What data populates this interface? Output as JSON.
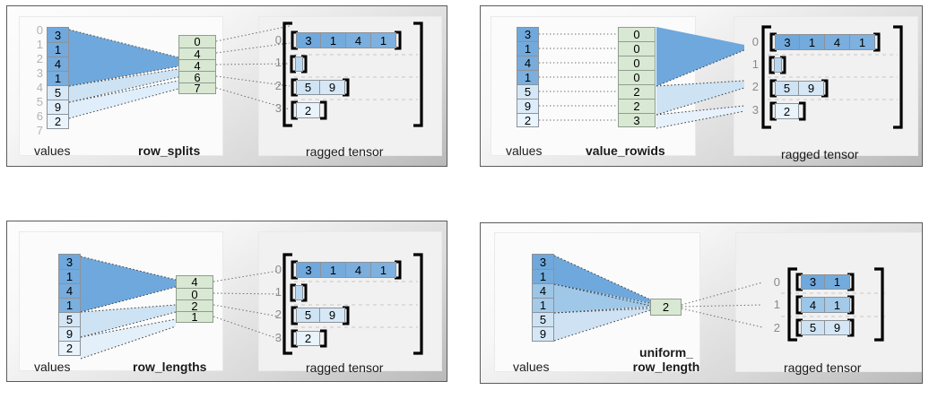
{
  "panels": [
    {
      "id": "row-splits",
      "values_label": "values",
      "encoding_label": "row_splits",
      "tensor_label": "ragged tensor",
      "values": [
        3,
        1,
        4,
        1,
        5,
        9,
        2
      ],
      "value_tick_labels": [
        "0",
        "1",
        "2",
        "3",
        "4",
        "5",
        "6",
        "7"
      ],
      "encoding_values": [
        "0",
        "4",
        "4",
        "6",
        "7"
      ],
      "tensor_row_labels": [
        "0",
        "1",
        "2",
        "3"
      ],
      "tensor_rows": [
        [
          3,
          1,
          4,
          1
        ],
        [],
        [
          5,
          9
        ],
        [
          2
        ]
      ]
    },
    {
      "id": "value-rowids",
      "values_label": "values",
      "encoding_label": "value_rowids",
      "tensor_label": "ragged tensor",
      "values": [
        3,
        1,
        4,
        1,
        5,
        9,
        2
      ],
      "encoding_values": [
        "0",
        "0",
        "0",
        "0",
        "2",
        "2",
        "3"
      ],
      "tensor_row_labels": [
        "0",
        "1",
        "2",
        "3"
      ],
      "tensor_rows": [
        [
          3,
          1,
          4,
          1
        ],
        [],
        [
          5,
          9
        ],
        [
          2
        ]
      ]
    },
    {
      "id": "row-lengths",
      "values_label": "values",
      "encoding_label": "row_lengths",
      "tensor_label": "ragged tensor",
      "values": [
        3,
        1,
        4,
        1,
        5,
        9,
        2
      ],
      "encoding_values": [
        "4",
        "0",
        "2",
        "1"
      ],
      "tensor_row_labels": [
        "0",
        "1",
        "2",
        "3"
      ],
      "tensor_rows": [
        [
          3,
          1,
          4,
          1
        ],
        [],
        [
          5,
          9
        ],
        [
          2
        ]
      ]
    },
    {
      "id": "uniform-row-length",
      "values_label": "values",
      "encoding_label_line1": "uniform_",
      "encoding_label_line2": "row_length",
      "tensor_label": "ragged tensor",
      "values": [
        3,
        1,
        4,
        1,
        5,
        9
      ],
      "encoding_values": [
        "2"
      ],
      "tensor_row_labels": [
        "0",
        "1",
        "2"
      ],
      "tensor_rows": [
        [
          3,
          1
        ],
        [
          4,
          1
        ],
        [
          5,
          9
        ]
      ]
    }
  ],
  "colors": {
    "blue_dark": "#6fa8dc",
    "blue_mid": "#a9cdeb",
    "blue_light": "#cfe2f3",
    "blue_lighter": "#e3eff9",
    "blue_lightest": "#eef6fd",
    "green": "#d9e8d3",
    "cell_border": "#8d9299",
    "tick_gray": "#b3b3b3",
    "index_gray": "#8a8a8a",
    "bracket_black": "#000000",
    "panel_border": "#5b5b5b",
    "dotted_gray": "#6e6e6e"
  }
}
